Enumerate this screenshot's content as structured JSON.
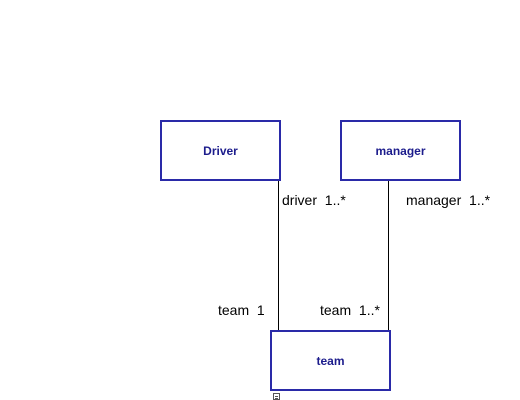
{
  "diagram": {
    "classes": {
      "driver": {
        "name": "Driver"
      },
      "manager": {
        "name": "manager"
      },
      "team": {
        "name": "team"
      }
    },
    "associations": {
      "driver_team": {
        "role_top": "driver  1..*",
        "role_bottom": "team  1"
      },
      "manager_team": {
        "role_top": "manager  1..*",
        "role_bottom": "team  1..*"
      }
    },
    "icons": {
      "selection_handle": "small-document-icon"
    },
    "colors": {
      "class_border": "#2a2aa8",
      "class_text": "#1c1c8c",
      "line": "#000000",
      "background": "#ffffff"
    }
  }
}
